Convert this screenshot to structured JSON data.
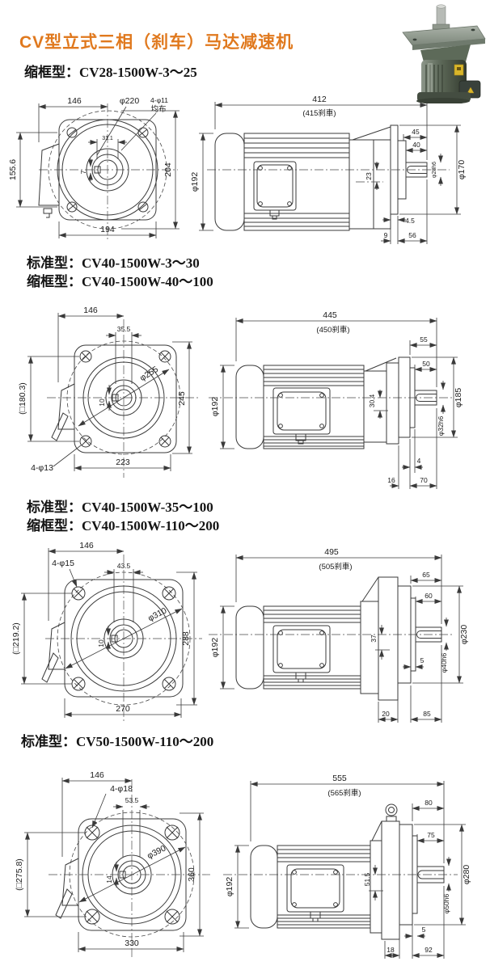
{
  "header": {
    "title": "CV型立式三相（刹车）马达减速机"
  },
  "sections": [
    {
      "models": [
        "缩框型：CV28-1500W-3～25"
      ],
      "front": {
        "w": "146",
        "key2": "31.1",
        "dia": "φ220",
        "holes": "4-φ11",
        "note": "均布",
        "l": "155.6",
        "r": "204",
        "b": "194",
        "key": "7"
      },
      "side": {
        "total": "412",
        "brake": "(415刹車)",
        "a": "45",
        "b": "40",
        "c": "23",
        "dm": "φ192",
        "df": "φ170",
        "ds": "φ28h6",
        "t1": "4.5",
        "t2": "9",
        "t3": "56"
      }
    },
    {
      "models": [
        "标准型：CV40-1500W-3～30",
        "缩框型：CV40-1500W-40～100"
      ],
      "front": {
        "w": "146",
        "off": "35.5",
        "sq": "(□180.3)",
        "dia": "φ255",
        "r": "245",
        "b": "223",
        "holes": "4-φ13",
        "key": "10"
      },
      "side": {
        "total": "445",
        "brake": "(450刹車)",
        "a": "55",
        "b": "50",
        "c": "30.4",
        "dm": "φ192",
        "df": "φ185",
        "ds": "φ32h6",
        "t1": "4",
        "t2": "16",
        "t3": "70"
      }
    },
    {
      "models": [
        "标准型：CV40-1500W-35～100",
        "缩框型：CV40-1500W-110～200"
      ],
      "front": {
        "w": "146",
        "off": "43.5",
        "sq": "(□219.2)",
        "dia": "φ310",
        "r": "288",
        "b": "270",
        "holes": "4-φ15",
        "key": "10"
      },
      "side": {
        "total": "495",
        "brake": "(505刹車)",
        "a": "65",
        "b": "60",
        "c": "37",
        "dm": "φ192",
        "df": "φ230",
        "ds": "φ40h6",
        "t1": "5",
        "t2": "20",
        "t3": "85"
      }
    },
    {
      "models": [
        "标准型：CV50-1500W-110～200"
      ],
      "front": {
        "w": "146",
        "off": "53.5",
        "sq": "(□275.8)",
        "dia": "φ390",
        "r": "360",
        "b": "330",
        "holes": "4-φ18",
        "key": "14"
      },
      "side": {
        "total": "555",
        "brake": "(565刹車)",
        "a": "80",
        "b": "75",
        "c": "51.5",
        "dm": "φ192",
        "df": "φ280",
        "ds": "φ50h6",
        "t1": "5",
        "t2": "18",
        "t3": "92"
      }
    }
  ],
  "colors": {
    "accent": "#e0791e",
    "line": "#3a3a3a"
  }
}
